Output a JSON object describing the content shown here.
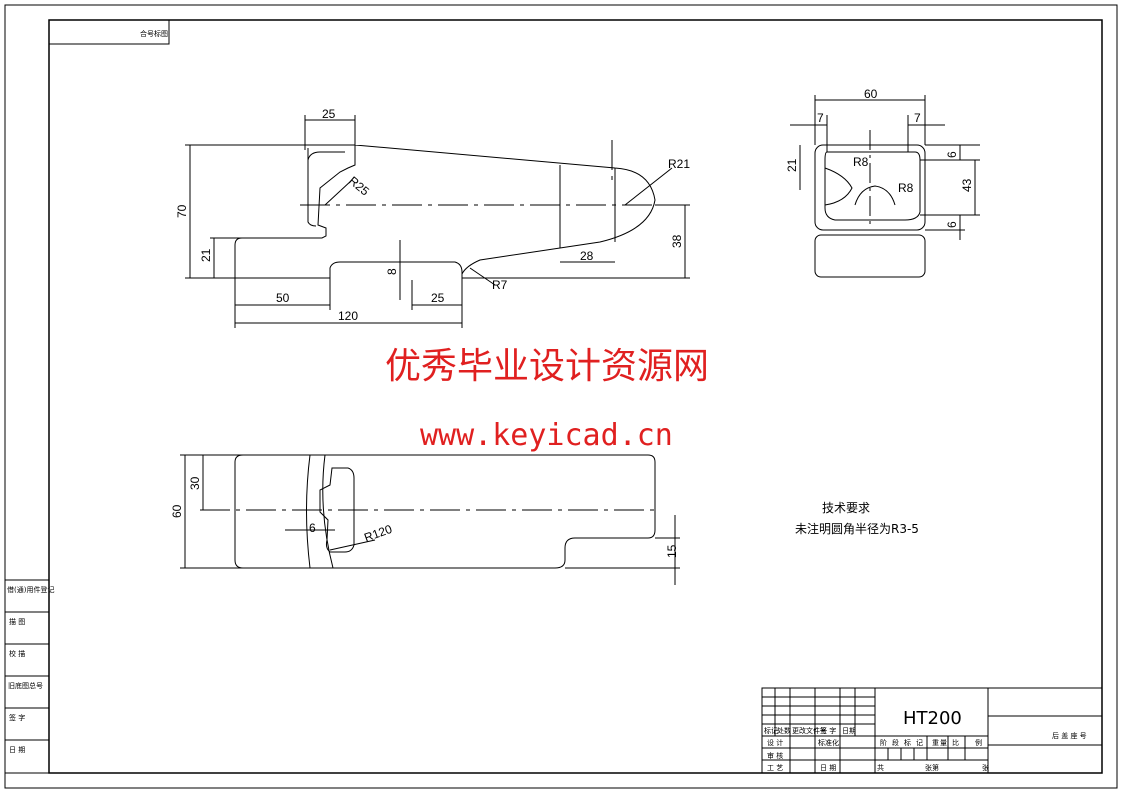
{
  "header": {
    "corner_label": "合号标图"
  },
  "front_view": {
    "dims": [
      "25",
      "70",
      "21",
      "R25",
      "R21",
      "38",
      "8",
      "28",
      "50",
      "25",
      "120",
      "R7"
    ]
  },
  "side_view": {
    "dims": [
      "60",
      "7",
      "7",
      "21",
      "R8",
      "R8",
      "6",
      "43",
      "6"
    ]
  },
  "top_view": {
    "dims": [
      "30",
      "60",
      "6",
      "R120",
      "15"
    ]
  },
  "watermark": {
    "title": "优秀毕业设计资源网",
    "url": "www.keyicad.cn"
  },
  "technical_notes": {
    "heading": "技术要求",
    "line1": "未注明圆角半径为R3-5"
  },
  "left_strip": [
    "借(通)用件登记",
    "描    图",
    "校    描",
    "旧底图总号",
    "签    字",
    "日    期"
  ],
  "title_block": {
    "material": "HT200",
    "small_labels": [
      "标记",
      "处数",
      "更改文件号",
      "签  字",
      "日期",
      "设 计",
      "标准化",
      "审 核",
      "工 艺",
      "日  期"
    ],
    "stage_labels": [
      "阶",
      "段",
      "标",
      "记",
      "重",
      "量",
      "比",
      "例"
    ],
    "bottom_labels": [
      "共",
      "张",
      "第",
      "张"
    ],
    "right_label": "后 盖 座 号"
  }
}
